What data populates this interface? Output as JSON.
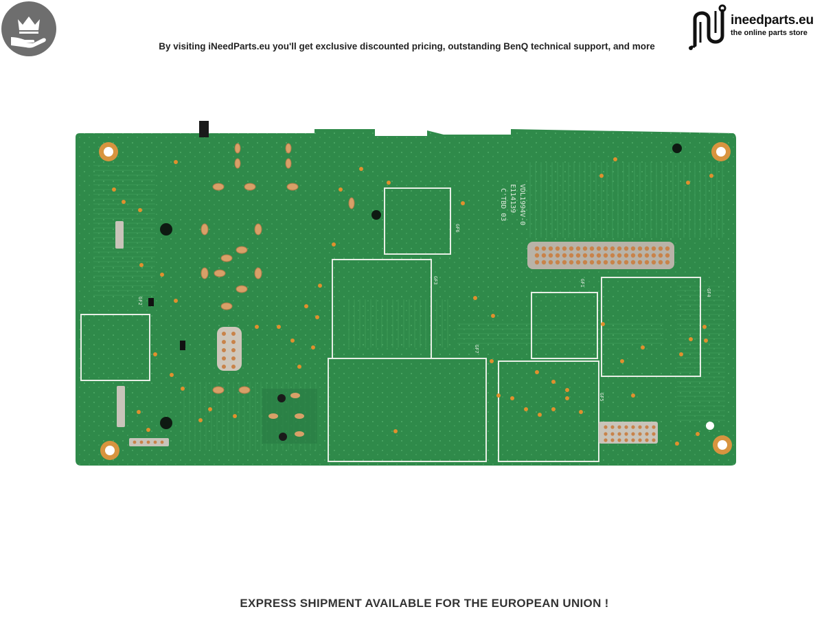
{
  "header": {
    "badge_icon": "crown-on-hand-icon",
    "tagline": "By visiting iNeedParts.eu you'll get exclusive discounted pricing, outstanding BenQ technical support, and more"
  },
  "logo": {
    "name": "ineedparts.eu",
    "subtitle": "the online parts store"
  },
  "board": {
    "board_color": "#2f8a4a",
    "silkscreen": {
      "model_line_1": "VDL1994V-0",
      "model_line_2": "E114139",
      "model_line_3": "C'TBD 03",
      "labels": [
        "GF6",
        "GF3",
        "GF1",
        "GF4",
        "GF2",
        "GF7",
        "GF5"
      ]
    }
  },
  "footer": {
    "text": "EXPRESS SHIPMENT AVAILABLE FOR THE EUROPEAN UNION !"
  }
}
